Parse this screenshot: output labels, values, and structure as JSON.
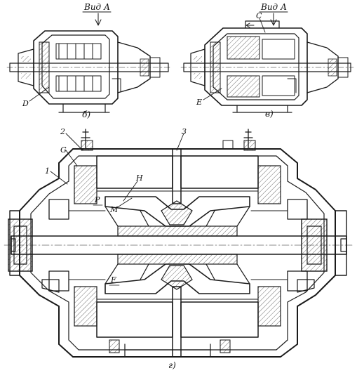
{
  "views": {
    "b": {
      "header": "Вид А",
      "caption": "б)",
      "callouts": [
        "D"
      ]
    },
    "v": {
      "header": "Вид А",
      "caption": "в)",
      "callouts": [
        "C",
        "E"
      ]
    },
    "g": {
      "caption": "г)",
      "callouts": [
        "1",
        "2",
        "3",
        "G",
        "H",
        "P",
        "M",
        "F"
      ]
    }
  },
  "colors": {
    "ink": "#1a1a1a",
    "paper": "#ffffff"
  }
}
